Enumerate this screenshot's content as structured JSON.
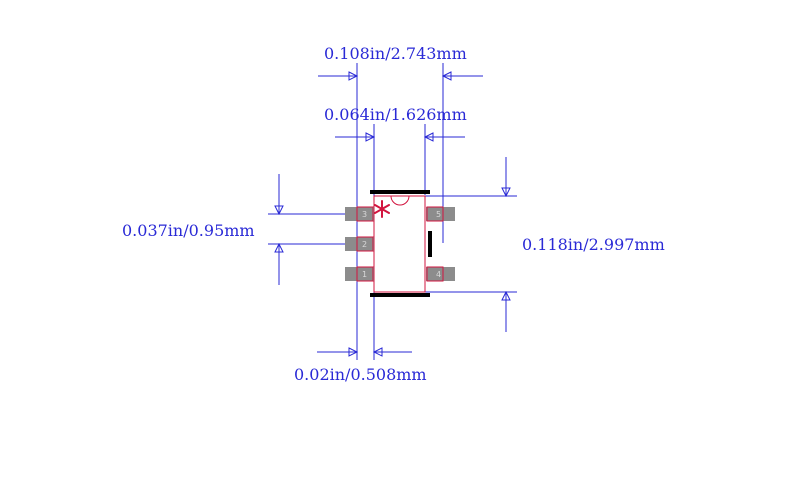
{
  "dimensions": {
    "overall_width": "0.108in/2.743mm",
    "body_width": "0.064in/1.626mm",
    "pin_pitch": "0.037in/0.95mm",
    "overall_length": "0.118in/2.997mm",
    "pad_width": "0.02in/0.508mm"
  },
  "pins": [
    "1",
    "2",
    "3",
    "4",
    "5"
  ],
  "colors": {
    "dimension": "#2a2ad6",
    "outline": "#d2153f",
    "silkscreen": "#000000",
    "pad": "#8c8c8c",
    "pin_label": "#d8d8d8"
  }
}
